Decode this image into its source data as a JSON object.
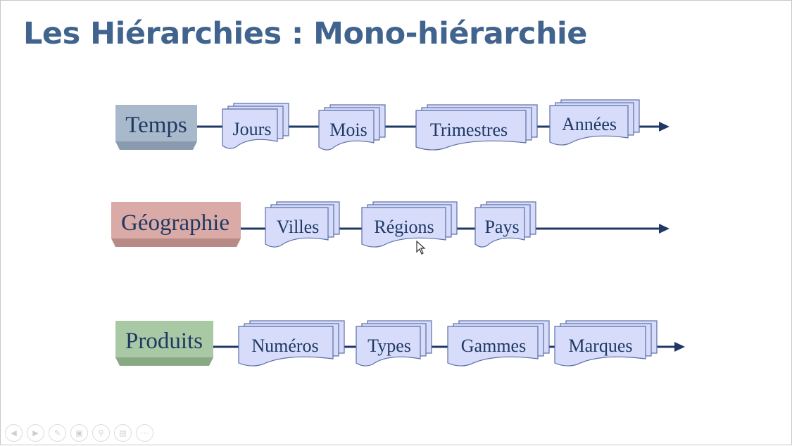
{
  "slide": {
    "title": "Les Hiérarchies : Mono-hiérarchie"
  },
  "colors": {
    "title": "#41648f",
    "line": "#1f3864",
    "level_fill": "#d6dcfa",
    "level_stroke": "#5b6ea6",
    "temps": "#a9b9cc",
    "geographie": "#d9aaa6",
    "produits": "#a9c8a4"
  },
  "rows": [
    {
      "dimension": "Temps",
      "color_key": "temps",
      "levels": [
        "Jours",
        "Mois",
        "Trimestres",
        "Années"
      ]
    },
    {
      "dimension": "Géographie",
      "color_key": "geographie",
      "levels": [
        "Villes",
        "Régions",
        "Pays"
      ]
    },
    {
      "dimension": "Produits",
      "color_key": "produits",
      "levels": [
        "Numéros",
        "Types",
        "Gammes",
        "Marques"
      ]
    }
  ],
  "toolbar": {
    "icons": [
      "previous-icon",
      "next-icon",
      "pen-icon",
      "slides-icon",
      "zoom-icon",
      "subtitles-icon",
      "more-icon"
    ]
  }
}
